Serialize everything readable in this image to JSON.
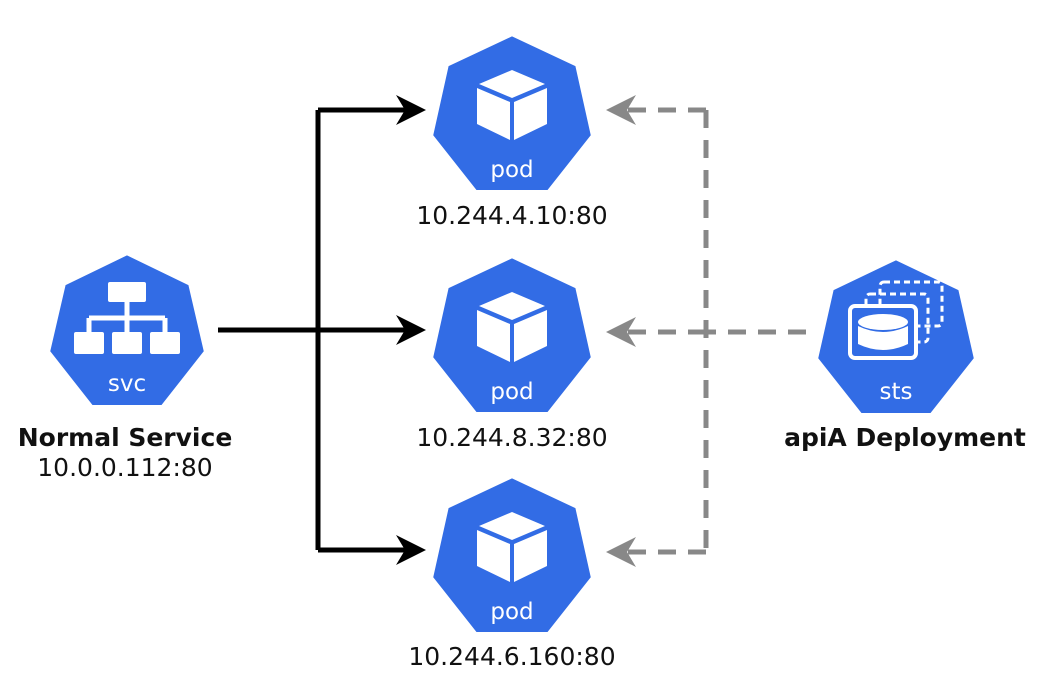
{
  "colors": {
    "node_fill": "#326ce5",
    "node_stroke": "#ffffff",
    "solid_arrow": "#000000",
    "dashed_arrow": "#888888",
    "label": "#111111"
  },
  "service": {
    "icon_label": "svc",
    "name": "Normal Service",
    "address": "10.0.0.112:80",
    "icon": "network-topology-icon"
  },
  "deployment": {
    "icon_label": "sts",
    "name": "apiA Deployment",
    "icon": "stacked-storage-icon"
  },
  "pods": [
    {
      "icon_label": "pod",
      "address": "10.244.4.10:80",
      "icon": "cube-icon"
    },
    {
      "icon_label": "pod",
      "address": "10.244.8.32:80",
      "icon": "cube-icon"
    },
    {
      "icon_label": "pod",
      "address": "10.244.6.160:80",
      "icon": "cube-icon"
    }
  ]
}
